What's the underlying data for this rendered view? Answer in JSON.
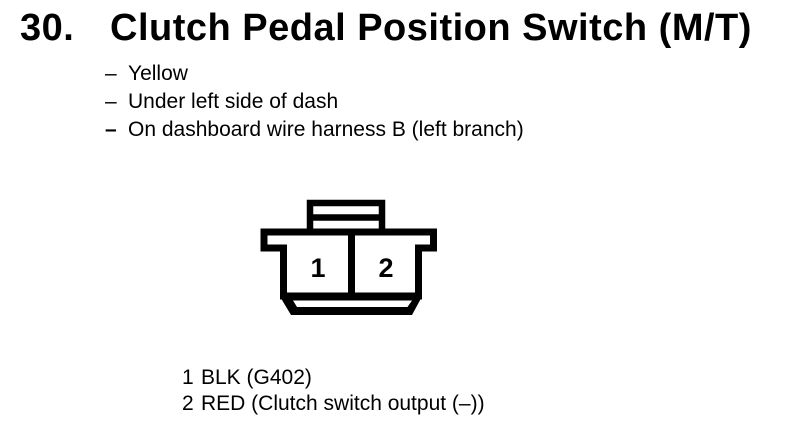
{
  "document": {
    "section_number": "30.",
    "title": "Clutch Pedal Position Switch (M/T)",
    "dash": "–",
    "bullets": [
      "Yellow",
      "Under left side of dash",
      "On dashboard wire harness B (left branch)"
    ],
    "connector": {
      "type": "2-pin-connector-front-view",
      "pin1": "1",
      "pin2": "2"
    },
    "legend": [
      {
        "pin": "1",
        "label": "BLK (G402)"
      },
      {
        "pin": "2",
        "label": "RED (Clutch switch output (–))"
      }
    ],
    "colors": {
      "ink": "#000000",
      "paper": "#ffffff"
    }
  }
}
